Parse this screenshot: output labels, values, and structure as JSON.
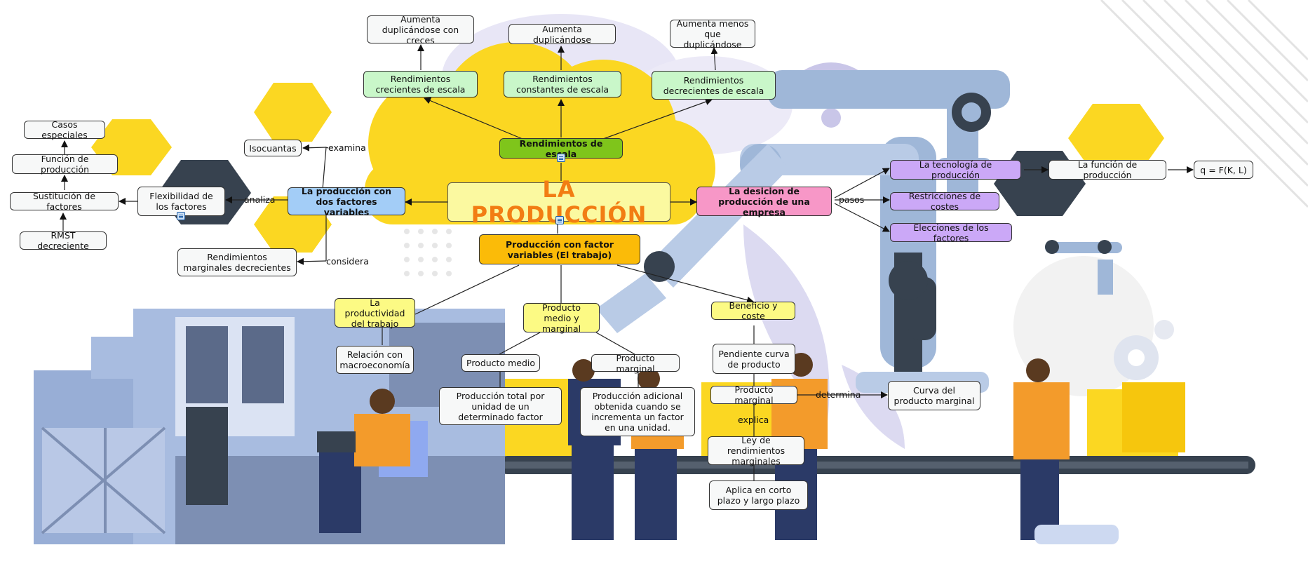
{
  "title": "LA PRODUCCIÓN",
  "nodes": {
    "rendimientos_escala": "Rendimientos de escala",
    "rend_crecientes": "Rendimientos crecientes de escala",
    "rend_constantes": "Rendimientos constantes de escala",
    "rend_decrecientes": "Rendimientos decrecientes de escala",
    "aumenta_creces": "Aumenta duplicándose con creces",
    "aumenta_dup": "Aumenta duplicándose",
    "aumenta_menos": "Aumenta menos que duplicándose",
    "dos_factores": "La producción con dos factores variables",
    "isocuantas": "Isocuantas",
    "flexibilidad": "Flexibilidad de los factores",
    "rend_marginales": "Rendimientos marginales decrecientes",
    "sustitucion": "Sustitución de factores",
    "funcion_prod_left": "Función de producción",
    "casos_especiales": "Casos especiales",
    "rmst": "RMST decreciente",
    "decision": "La desicion de producción de una empresa",
    "tecnologia": "La tecnología de producción",
    "restricciones": "Restricciones de costes",
    "elecciones": "Elecciones de los factores",
    "funcion_prod_right": "La función de producción",
    "formula": "q = F(K, L)",
    "factor_variable": "Producción con factor variables (El trabajo)",
    "productividad": "La productividad del trabajo",
    "macro": "Relación con macroeconomía",
    "prod_medio_marg": "Producto medio y marginal",
    "prod_medio": "Producto medio",
    "prod_marginal": "Producto marginal",
    "prod_medio_def": "Producción total por unidad de un determinado factor",
    "prod_marginal_def": "Producción adicional obtenida cuando se incrementa un factor en una unidad.",
    "beneficio": "Beneficio y coste",
    "pendiente": "Pendiente curva de producto",
    "prod_marginal2": "Producto marginal",
    "curva_marginal": "Curva del producto marginal",
    "ley": "Ley de rendimientos marginales",
    "aplica": "Aplica en corto plazo y largo plazo"
  },
  "edge_labels": {
    "examina": "examina",
    "analiza": "analiza",
    "considera": "considera",
    "pasos": "pasos",
    "determina": "determina",
    "explica": "explica"
  },
  "colors": {
    "title_text": "#f27d13",
    "title_bg": "#fbf9a0",
    "green": "#c9f7c9",
    "yellow": "#fcfa84",
    "blue": "#a3cdf7",
    "pink": "#f797c7",
    "purple": "#cba8f7",
    "orange": "#fbbb08",
    "dark_green": "#7fc51b"
  }
}
